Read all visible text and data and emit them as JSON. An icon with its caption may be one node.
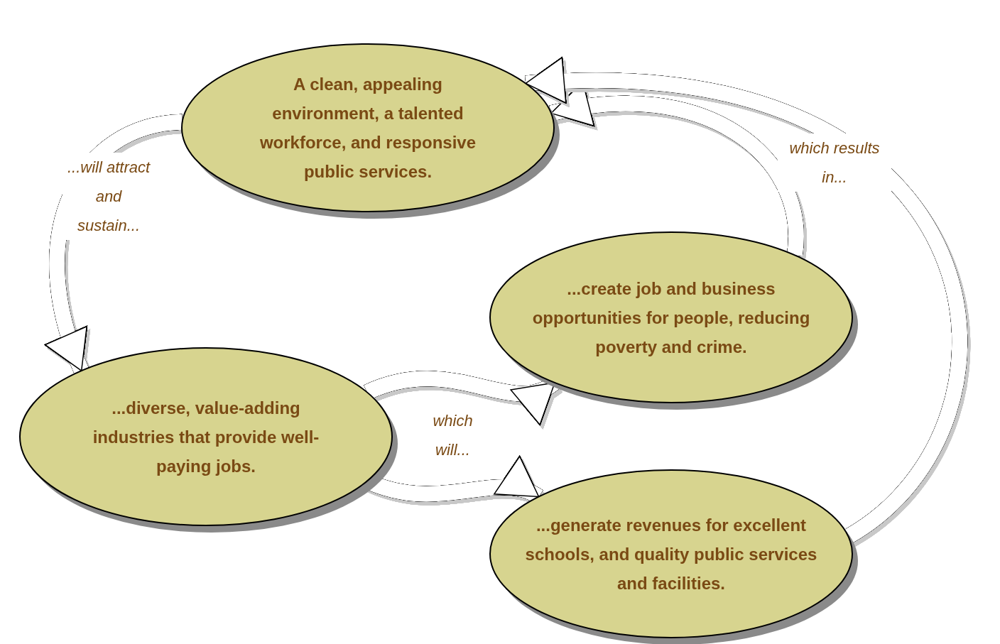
{
  "diagram": {
    "nodes": [
      {
        "text": [
          "A clean, appealing environment, a talented workforce, and responsive public services."
        ]
      },
      {
        "text": [
          "...create job and business opportunities for people, reducing poverty and crime."
        ]
      },
      {
        "text": [
          "...diverse, value-adding industries that provide well-paying jobs."
        ]
      },
      {
        "text": [
          "...generate revenues for excellent schools, and quality public services and facilities."
        ]
      }
    ],
    "edges": [
      {
        "from": 0,
        "to": 2,
        "arrow": "to",
        "label": "...will attract and sustain..."
      },
      {
        "from": 2,
        "to": 1,
        "arrow": "to",
        "label": "which will..."
      },
      {
        "from": 2,
        "to": 3,
        "arrow": "to"
      },
      {
        "from": 1,
        "to": 0,
        "arrow": "to",
        "label": "which results in..."
      },
      {
        "from": 3,
        "to": 0,
        "arrow": "to"
      }
    ]
  }
}
